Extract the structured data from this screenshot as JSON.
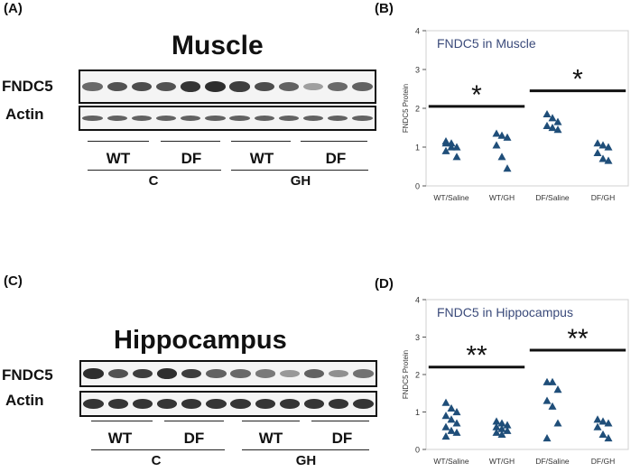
{
  "panels": {
    "A": {
      "label": "(A)",
      "title": "Muscle",
      "rows": [
        "FNDC5",
        "Actin"
      ],
      "genotype_labels": [
        "WT",
        "DF",
        "WT",
        "DF"
      ],
      "treatment_labels": [
        "C",
        "GH"
      ]
    },
    "C": {
      "label": "(C)",
      "title": "Hippocampus",
      "rows": [
        "FNDC5",
        "Actin"
      ],
      "genotype_labels": [
        "WT",
        "DF",
        "WT",
        "DF"
      ],
      "treatment_labels": [
        "C",
        "GH"
      ]
    },
    "B": {
      "label": "(B)"
    },
    "D": {
      "label": "(D)"
    }
  },
  "chart_data": [
    {
      "type": "scatter",
      "title": "FNDC5 in Muscle",
      "ylabel": "FNDC5 Protein",
      "xlabel": "",
      "categories": [
        "WT/Saline",
        "WT/GH",
        "DF/Saline",
        "DF/GH"
      ],
      "ylim": [
        0,
        4
      ],
      "yticks": [
        "0",
        "1",
        "2",
        "3",
        "4"
      ],
      "series": [
        {
          "values": [
            [
              1.1,
              1.0,
              1.0,
              0.9,
              1.1,
              0.75,
              1.15
            ],
            [
              1.35,
              1.3,
              1.25,
              1.05,
              0.75,
              0.45
            ],
            [
              1.85,
              1.75,
              1.65,
              1.55,
              1.5,
              1.45
            ],
            [
              1.1,
              1.05,
              1.0,
              0.85,
              0.7,
              0.65
            ]
          ]
        }
      ],
      "marker": "triangle",
      "marker_color": "#1f4e79",
      "significance": [
        {
          "label": "*",
          "from": "WT/Saline",
          "to": "WT/GH",
          "y": 2.05
        },
        {
          "label": "*",
          "from": "DF/Saline",
          "to": "DF/GH",
          "y": 2.45
        }
      ]
    },
    {
      "type": "scatter",
      "title": "FNDC5 in Hippocampus",
      "ylabel": "FNDC5 Protein",
      "xlabel": "",
      "categories": [
        "WT/Saline",
        "WT/GH",
        "DF/Saline",
        "DF/GH"
      ],
      "ylim": [
        0,
        4
      ],
      "yticks": [
        "0",
        "1",
        "2",
        "3",
        "4"
      ],
      "series": [
        {
          "values": [
            [
              1.25,
              1.1,
              1.0,
              0.9,
              0.8,
              0.7,
              0.6,
              0.5,
              0.45,
              0.35
            ],
            [
              0.75,
              0.7,
              0.65,
              0.6,
              0.55,
              0.5,
              0.45,
              0.4
            ],
            [
              1.8,
              1.8,
              1.6,
              1.3,
              1.15,
              0.7,
              0.3
            ],
            [
              0.8,
              0.75,
              0.7,
              0.6,
              0.4,
              0.3
            ]
          ]
        }
      ],
      "marker": "triangle",
      "marker_color": "#1f4e79",
      "significance": [
        {
          "label": "**",
          "from": "WT/Saline",
          "to": "WT/GH",
          "y": 2.2
        },
        {
          "label": "**",
          "from": "DF/Saline",
          "to": "DF/GH",
          "y": 2.65
        }
      ]
    }
  ]
}
